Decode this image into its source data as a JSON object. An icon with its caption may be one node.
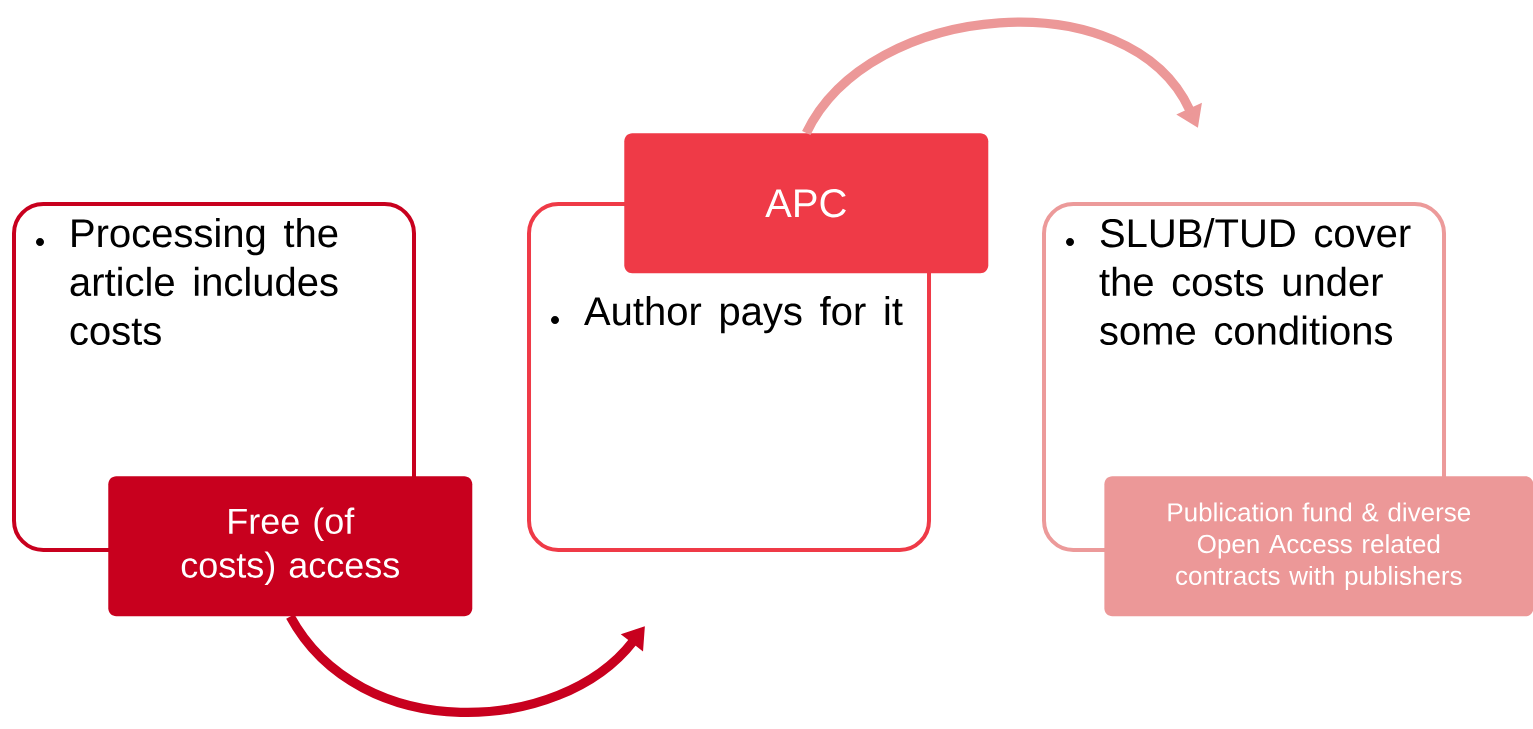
{
  "diagram": {
    "nodes": [
      {
        "text": [
          "Processing the article includes costs"
        ]
      },
      {
        "text": [
          "Free (of costs) access"
        ]
      },
      {
        "text": [
          "Author pays for it"
        ]
      },
      {
        "text": [
          "APC"
        ]
      },
      {
        "text": [
          "SLUB/TUD cover the costs under some conditions"
        ]
      },
      {
        "text": [
          "Publication fund & diverse Open Access related contracts with publishers"
        ]
      }
    ],
    "edges": [
      {
        "from": 1,
        "to": 2,
        "arrow": "to",
        "color": "#c8001e"
      },
      {
        "from": 3,
        "to": 4,
        "arrow": "to",
        "color": "#ec9898"
      }
    ]
  }
}
